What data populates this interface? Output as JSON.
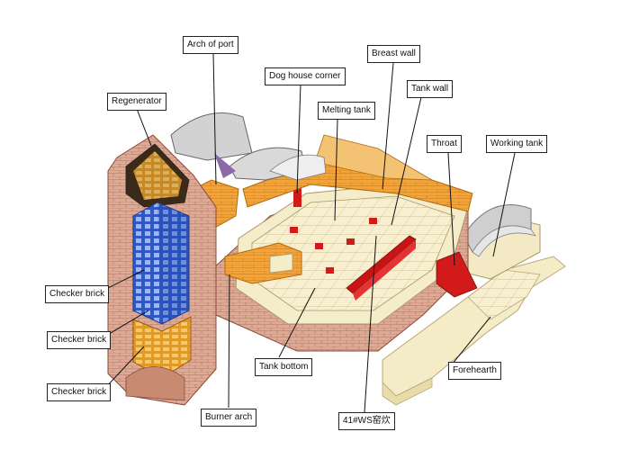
{
  "labels": {
    "regenerator": "Regenerator",
    "arch_of_port": "Arch of port",
    "dog_house_corner": "Dog house corner",
    "breast_wall": "Breast wall",
    "melting_tank": "Melting tank",
    "tank_wall": "Tank wall",
    "throat": "Throat",
    "working_tank": "Working tank",
    "checker_brick_1": "Checker brick",
    "checker_brick_2": "Checker brick",
    "checker_brick_3": "Checker brick",
    "tank_bottom": "Tank bottom",
    "burner_arch": "Burner arch",
    "forehearth": "Forehearth",
    "caption": "41#WS窑炊"
  },
  "colors": {
    "outline": "#222222",
    "red_brick": "#d9a58f",
    "red_brick_dark": "#b5705a",
    "cream_brick": "#f3e8c2",
    "orange_brick": "#f0a030",
    "red_block": "#d21a1a",
    "blue_checker": "#3a62c8",
    "gold_checker": "#e8a030",
    "grey_arch": "#c9c9c9"
  }
}
